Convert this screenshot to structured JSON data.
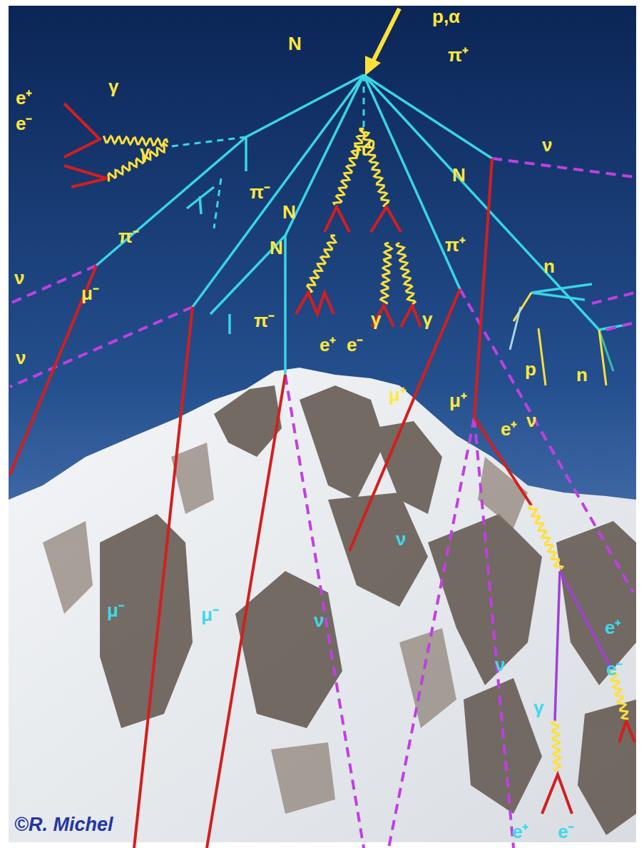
{
  "diagram": {
    "labels": [
      "p,α",
      "N",
      "π⁺",
      "e⁺",
      "e⁻",
      "γ",
      "γ",
      "π⁰",
      "π⁻",
      "ν",
      "N",
      "π⁻",
      "N",
      "N",
      "π⁺",
      "n",
      "ν",
      "μ⁻",
      "π⁻",
      "γ",
      "γ",
      "e⁺",
      "e⁻",
      "ν",
      "p",
      "n",
      "μ⁺",
      "μ⁺",
      "e⁺",
      "ν",
      "ν",
      "μ⁻",
      "μ⁻",
      "ν",
      "e⁺",
      "e⁻",
      "ν",
      "γ",
      "e⁺",
      "e⁻",
      "©R. Michel"
    ]
  }
}
